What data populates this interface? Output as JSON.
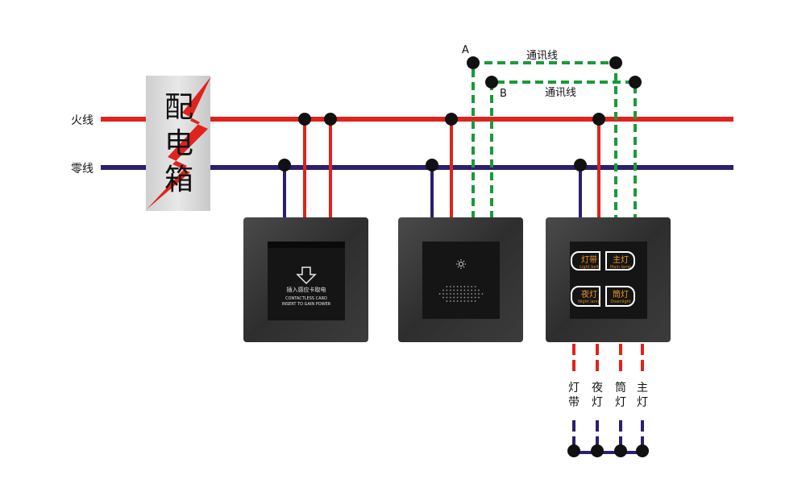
{
  "wires": {
    "live_label": "火线",
    "neutral_label": "零线",
    "live_color": "#e0231c",
    "neutral_color": "#2c1f6e",
    "comm_color": "#1a9a3a"
  },
  "distribution_box": {
    "chars": [
      "配",
      "电",
      "箱"
    ],
    "bolt_color": "#e0231c"
  },
  "comm": {
    "label_a": "A",
    "label_b": "B",
    "line_label_1": "通讯线",
    "line_label_2": "通讯线"
  },
  "card_switch": {
    "label_cn": "插入感应卡取电",
    "label_en_1": "CONTACTLESS CARD",
    "label_en_2": "INSERT TO GAIN POWER"
  },
  "buttons": [
    {
      "main": "灯带",
      "sub": "Light belt"
    },
    {
      "main": "主灯",
      "sub": "Main lamp"
    },
    {
      "main": "夜灯",
      "sub": "Night lamp"
    },
    {
      "main": "筒灯",
      "sub": "Downlight"
    }
  ],
  "outputs": [
    {
      "chars": [
        "灯",
        "带"
      ]
    },
    {
      "chars": [
        "夜",
        "灯"
      ]
    },
    {
      "chars": [
        "筒",
        "灯"
      ]
    },
    {
      "chars": [
        "主",
        "灯"
      ]
    }
  ]
}
